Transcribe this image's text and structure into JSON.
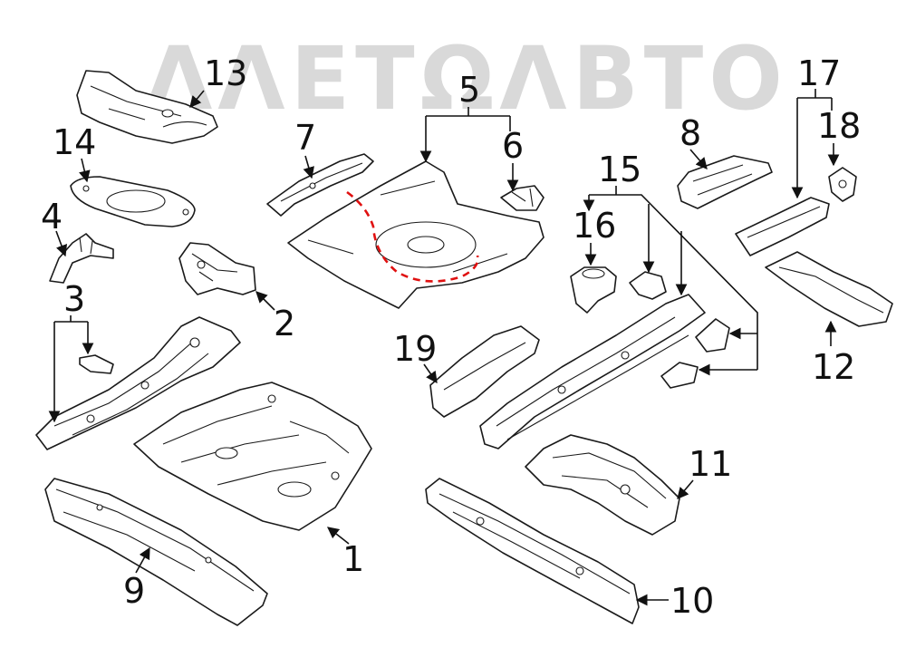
{
  "watermark": {
    "text": "ΛΛΕΤΩΛΒΤΟ",
    "color": "#d9d9d9"
  },
  "colors": {
    "line": "#1a1a1a",
    "highlight_dash": "#e01010",
    "background": "#ffffff"
  },
  "callouts": {
    "c1": "1",
    "c2": "2",
    "c3": "3",
    "c4": "4",
    "c5": "5",
    "c6": "6",
    "c7": "7",
    "c8": "8",
    "c9": "9",
    "c10": "10",
    "c11": "11",
    "c12": "12",
    "c13": "13",
    "c14": "14",
    "c15": "15",
    "c16": "16",
    "c17": "17",
    "c18": "18",
    "c19": "19"
  },
  "highlight": {
    "part": "5",
    "style": "red-dashed-outline"
  }
}
